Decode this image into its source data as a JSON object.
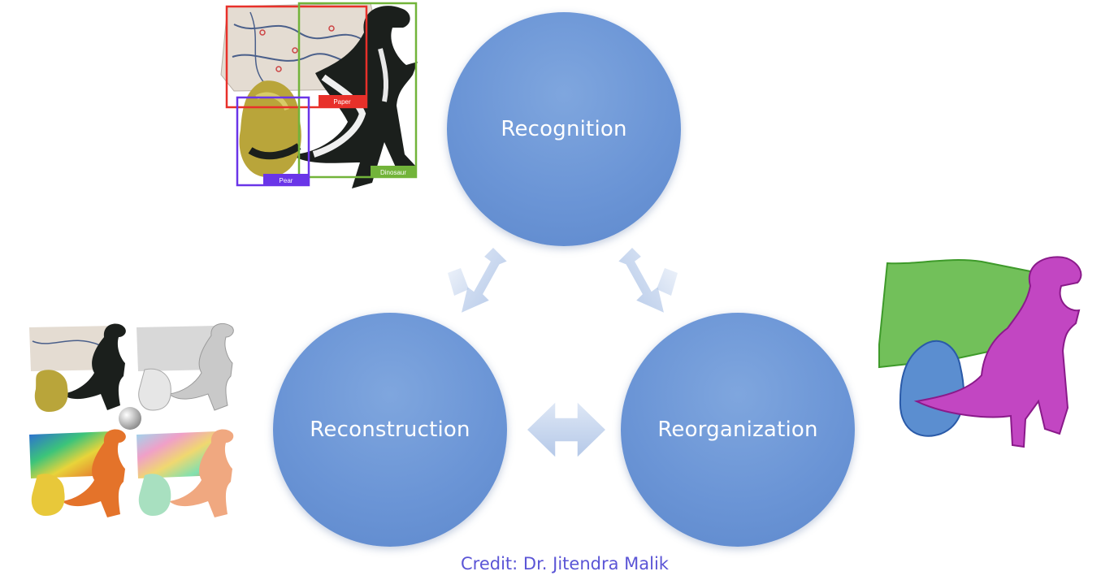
{
  "nodes": {
    "recognition": "Recognition",
    "reconstruction": "Reconstruction",
    "reorganization": "Reorganization"
  },
  "detection_labels": {
    "paper": "Paper",
    "pear": "Pear",
    "dinosaur": "Dinosaur"
  },
  "credit": "Credit: Dr. Jitendra Malik",
  "colors": {
    "circle_fill": "#6b95d6",
    "arrow_fill": "#c9d9f0",
    "credit_text": "#5b55d6",
    "paper_box": "#e8302a",
    "pear_box": "#6a35e8",
    "dinosaur_box": "#72b43a",
    "seg_paper": "#72c05a",
    "seg_pear": "#5b8ed0",
    "seg_dinosaur": "#c246c2"
  }
}
